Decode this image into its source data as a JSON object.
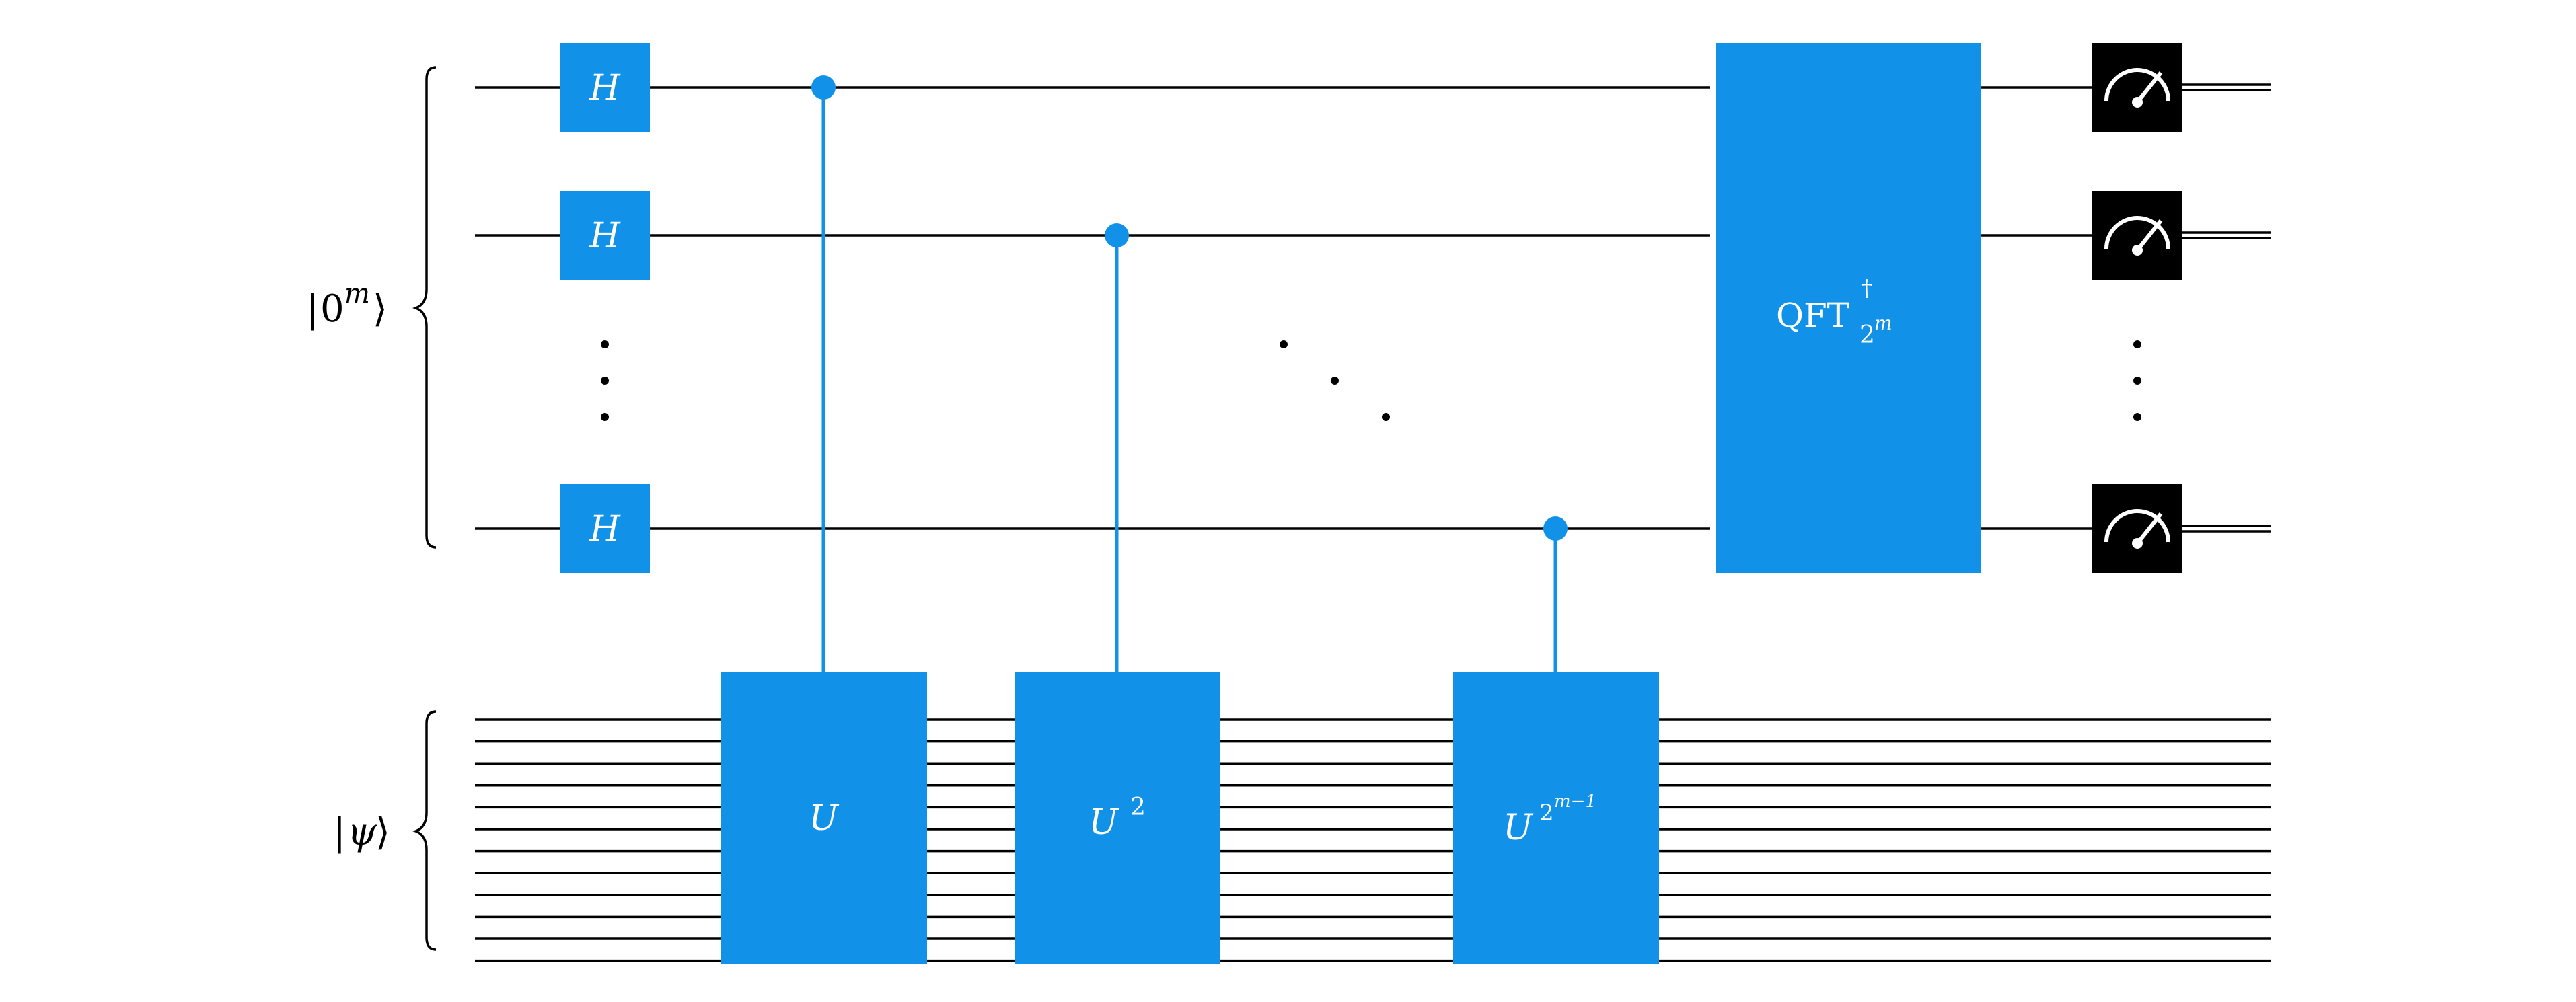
{
  "colors": {
    "accent": "#1192e8",
    "measure_box": "#000000",
    "wire": "#000000",
    "background": "#ffffff"
  },
  "registers": {
    "control": {
      "ket_label": "0",
      "ket_exponent": "m"
    },
    "target": {
      "ket_label": "ψ"
    }
  },
  "gates": {
    "hadamard": "H",
    "u1": {
      "base": "U"
    },
    "u2": {
      "base": "U",
      "exponent": "2"
    },
    "u3": {
      "base": "U",
      "exponent_base": "2",
      "exponent_sup": "m−1"
    },
    "qft": {
      "label": "QFT",
      "dagger": "†",
      "sub_base": "2",
      "sub_exp": "m"
    }
  },
  "icons": {
    "measure": "meter-icon",
    "ellipsis_vertical": "vertical-dots",
    "ellipsis_diagonal": "diagonal-dots"
  }
}
